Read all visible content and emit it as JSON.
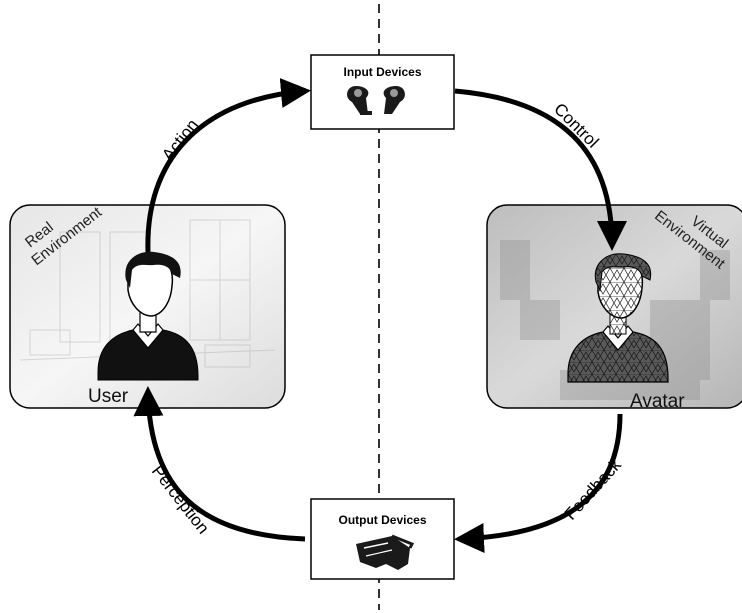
{
  "nodes": {
    "input_devices": {
      "title": "Input Devices",
      "icon": "vr-controllers-icon"
    },
    "output_devices": {
      "title": "Output Devices",
      "icon": "vr-headset-icon"
    },
    "real_environment": {
      "line1": "Real",
      "line2": "Environment"
    },
    "virtual_environment": {
      "line1": "Virtual",
      "line2": "Environment"
    },
    "user": {
      "label": "User",
      "icon": "person-icon"
    },
    "avatar": {
      "label": "Avatar",
      "icon": "mesh-person-icon"
    }
  },
  "edges": {
    "action": "Action",
    "control": "Control",
    "feedback": "Feedback",
    "perception": "Perception"
  },
  "colors": {
    "arrow": "#000000",
    "box_border": "#222222",
    "real_panel": "#f0f0f0",
    "virtual_panel": "#cfcfcf"
  }
}
